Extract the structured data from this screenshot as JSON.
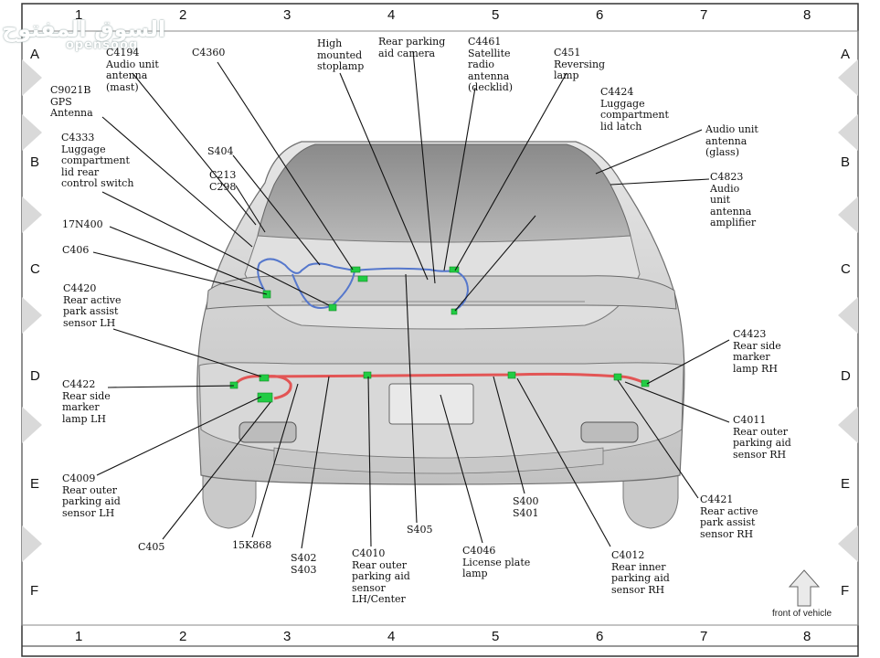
{
  "watermark": {
    "arabic": "السوق المفتوح",
    "latin": "opensooq"
  },
  "grid": {
    "columns": [
      "1",
      "2",
      "3",
      "4",
      "5",
      "6",
      "7",
      "8"
    ],
    "rows": [
      "A",
      "B",
      "C",
      "D",
      "E",
      "F"
    ]
  },
  "labels": {
    "c4194": "C4194\nAudio unit\nantenna\n(mast)",
    "c9021b": "C9021B\nGPS\nAntenna",
    "c4360": "C4360",
    "c4333": "C4333\nLuggage\ncompartment\nlid rear\ncontrol switch",
    "s404": "S404",
    "c213": "C213\nC298",
    "n17n400": "17N400",
    "c406": "C406",
    "c4420": "C4420\nRear active\npark assist\nsensor LH",
    "c4422": "C4422\nRear side\nmarker\nlamp LH",
    "c4009": "C4009\nRear outer\nparking aid\nsensor LH",
    "c405": "C405",
    "k15k868": "15K868",
    "s402": "S402\nS403",
    "c4010": "C4010\nRear outer\nparking aid\nsensor\nLH/Center",
    "s405": "S405",
    "c4046": "C4046\nLicense plate\nlamp",
    "s400": "S400\nS401",
    "c4012": "C4012\nRear inner\nparking aid\nsensor RH",
    "c4421": "C4421\nRear active\npark assist\nsensor RH",
    "c4011": "C4011\nRear outer\nparking aid\nsensor RH",
    "c4423": "C4423\nRear side\nmarker\nlamp RH",
    "c4823": "C4823\nAudio\nunit\nantenna\namplifier",
    "audio_glass": "Audio unit\nantenna\n(glass)",
    "c4424": "C4424\nLuggage\ncompartment\nlid latch",
    "c451": "C451\nReversing\nlamp",
    "c4461": "C4461\nSatellite\nradio\nantenna\n(decklid)",
    "rear_camera": "Rear parking\naid camera",
    "stoplamp": "High\nmounted\nstoplamp",
    "front_of_vehicle": "front of vehicle"
  },
  "colors": {
    "harness_upper": "#5577cc",
    "harness_lower": "#e25555",
    "connector": "#22cc44",
    "leader": "#111111",
    "car_body": "#d6d6d6"
  }
}
